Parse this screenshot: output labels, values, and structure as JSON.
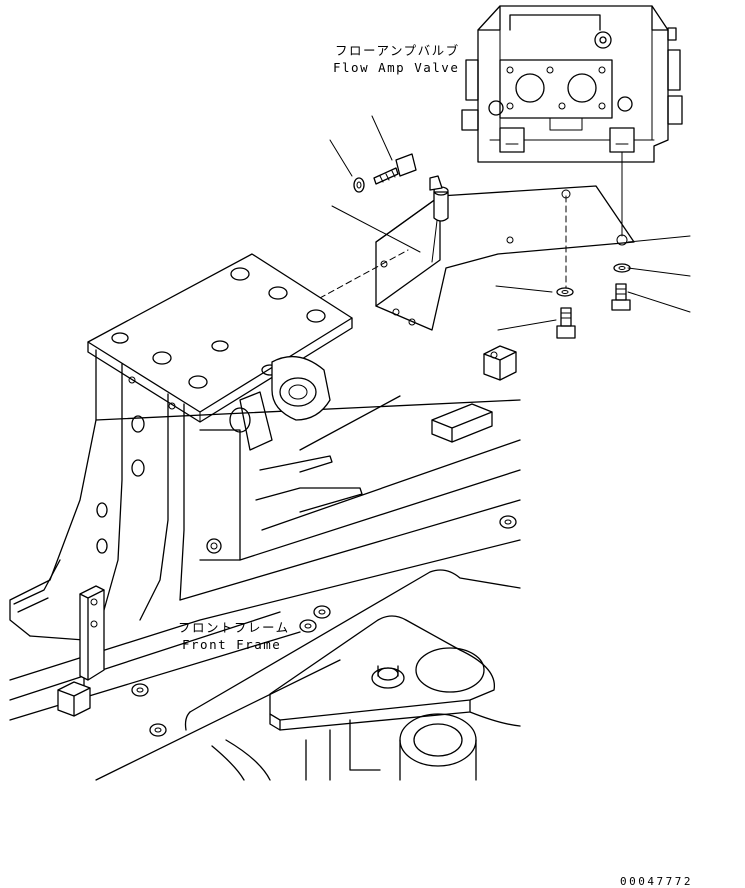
{
  "labels": {
    "flow_amp_valve_jp": "フローアンプバルブ",
    "flow_amp_valve_en": "Flow Amp Valve",
    "front_frame_jp": "フロントフレーム",
    "front_frame_en": "Front Frame",
    "drawing_code": "00047772"
  }
}
